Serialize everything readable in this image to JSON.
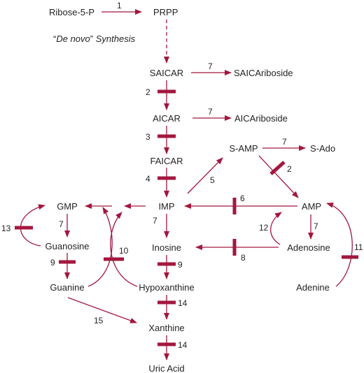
{
  "nodes": {
    "ribose5p": "Ribose-5-P",
    "prpp": "PRPP",
    "saicar": "SAICAR",
    "saicariboside": "SAICAriboside",
    "aicar": "AICAR",
    "aicariboside": "AICAriboside",
    "faicar": "FAICAR",
    "samp": "S-AMP",
    "sado": "S-Ado",
    "gmp": "GMP",
    "imp": "IMP",
    "amp": "AMP",
    "guanosine": "Guanosine",
    "inosine": "Inosine",
    "adenosine": "Adenosine",
    "guanine": "Guanine",
    "hypoxanthine": "Hypoxanthine",
    "adenine": "Adenine",
    "xanthine": "Xanthine",
    "uric_acid": "Uric Acid"
  },
  "de_novo": {
    "open_quote": "“",
    "de_novo": "De novo",
    "close_quote": "”",
    "synthesis": " Synthesis"
  },
  "enzymes": {
    "e1": "1",
    "e2a": "2",
    "e2b": "2",
    "e3": "3",
    "e4": "4",
    "e5": "5",
    "e6": "6",
    "e7_saicar": "7",
    "e7_aicar": "7",
    "e7_samp": "7",
    "e7_gmp": "7",
    "e7_imp": "7",
    "e7_amp": "7",
    "e8": "8",
    "e9_guanosine": "9",
    "e9_inosine": "9",
    "e10": "10",
    "e11": "11",
    "e12": "12",
    "e13": "13",
    "e14a": "14",
    "e14b": "14",
    "e15": "15"
  },
  "colors": {
    "arrow": "#a3173f",
    "text": "#231f20",
    "background": "#ffffff"
  }
}
